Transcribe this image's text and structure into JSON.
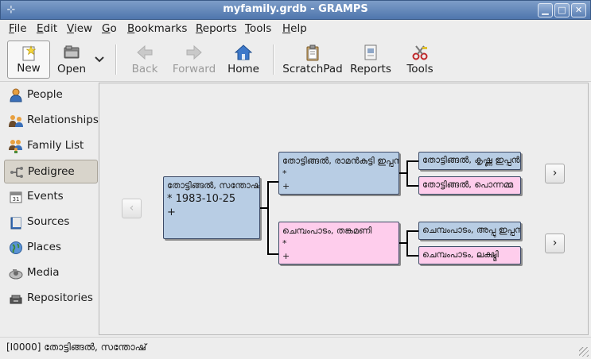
{
  "window": {
    "title": "myfamily.grdb - GRAMPS",
    "app_icon": "gramps-tree-icon",
    "controls": [
      "minimize",
      "maximize",
      "close"
    ]
  },
  "menu": [
    {
      "label": "File",
      "accel": "F",
      "rest": "ile"
    },
    {
      "label": "Edit",
      "accel": "E",
      "rest": "dit"
    },
    {
      "label": "View",
      "accel": "V",
      "rest": "iew"
    },
    {
      "label": "Go",
      "accel": "G",
      "rest": "o"
    },
    {
      "label": "Bookmarks",
      "accel": "B",
      "rest": "ookmarks"
    },
    {
      "label": "Reports",
      "accel": "R",
      "rest": "eports"
    },
    {
      "label": "Tools",
      "accel": "T",
      "rest": "ools"
    },
    {
      "label": "Help",
      "accel": "H",
      "rest": "elp"
    }
  ],
  "toolbar": {
    "new": "New",
    "open": "Open",
    "back": "Back",
    "forward": "Forward",
    "home": "Home",
    "scratchpad": "ScratchPad",
    "reports": "Reports",
    "tools": "Tools"
  },
  "sidebar": [
    {
      "label": "People",
      "icon": "people-icon",
      "active": false
    },
    {
      "label": "Relationships",
      "icon": "relationships-icon",
      "active": false
    },
    {
      "label": "Family List",
      "icon": "family-list-icon",
      "active": false
    },
    {
      "label": "Pedigree",
      "icon": "pedigree-icon",
      "active": true
    },
    {
      "label": "Events",
      "icon": "events-icon",
      "active": false
    },
    {
      "label": "Sources",
      "icon": "sources-icon",
      "active": false
    },
    {
      "label": "Places",
      "icon": "places-icon",
      "active": false
    },
    {
      "label": "Media",
      "icon": "media-icon",
      "active": false
    },
    {
      "label": "Repositories",
      "icon": "repositories-icon",
      "active": false
    }
  ],
  "pedigree": {
    "root": {
      "name": "തോട്ടിങ്ങൽ, സന്തോഷ്",
      "birth": "* 1983-10-25",
      "death": "+"
    },
    "father": {
      "name": "തോട്ടിങ്ങൽ, രാമൻകുട്ടി ഇപ്പൻ",
      "birth": "*",
      "death": "+"
    },
    "mother": {
      "name": "ചെമ്പംപാടം, തങ്കമണി",
      "birth": "*",
      "death": "+"
    },
    "paternal_grandfather": {
      "name": "തോട്ടിങ്ങൽ, കൃഷ്ണ ഇപ്പൻ"
    },
    "paternal_grandmother": {
      "name": "തോട്ടിങ്ങൽ, പൊന്നമ്മ"
    },
    "maternal_grandfather": {
      "name": "ചെമ്പംപാടം, അപ്പു ഇപ്പൻ"
    },
    "maternal_grandmother": {
      "name": "ചെമ്പംപാടം, ലക്ഷ്മി"
    },
    "nav": {
      "back": "‹",
      "forward": "›"
    }
  },
  "colors": {
    "male": "#b8cde4",
    "female": "#fecdec",
    "titlebar": "#5b80b4"
  },
  "status": {
    "text": "[I0000] തോട്ടിങ്ങൽ, സന്തോഷ്"
  }
}
